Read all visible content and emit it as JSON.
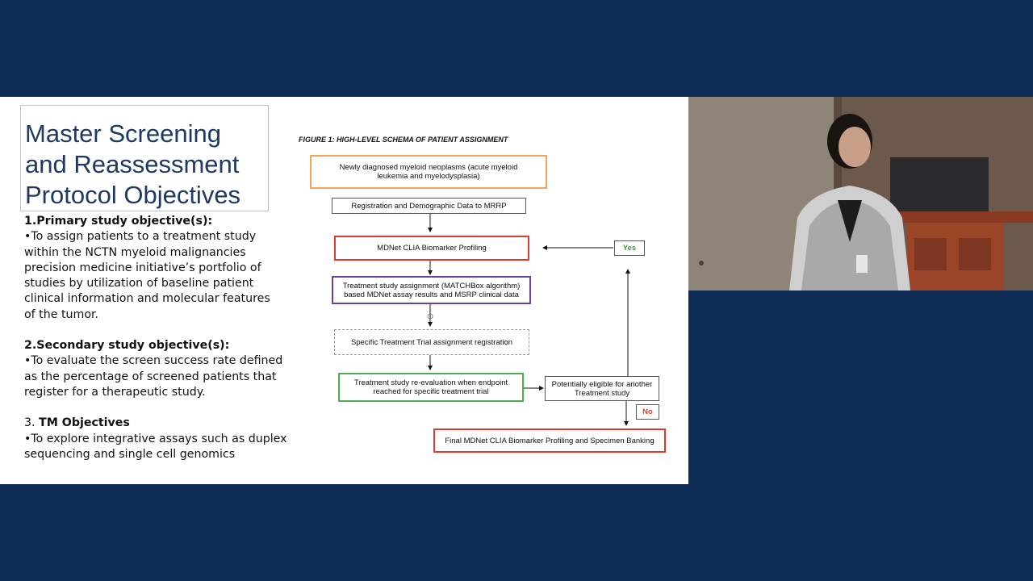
{
  "slide": {
    "title_lines": [
      "Master Screening",
      "and Reassessment",
      "Protocol  Objectives"
    ],
    "primary": {
      "heading": "1.Primary study objective(s):",
      "lines": [
        "•To assign patients to a treatment study",
        "within the NCTN myeloid malignancies",
        "precision medicine initiative’s portfolio of",
        "studies by utilization of baseline patient",
        "clinical information and molecular features",
        "of the tumor."
      ]
    },
    "secondary": {
      "heading": "2.Secondary study objective(s):",
      "lines": [
        "•To evaluate the screen success rate defined",
        "as the percentage of screened patients that",
        "register for a therapeutic study."
      ]
    },
    "tm": {
      "heading_prefix": "3. ",
      "heading_bold": "TM Objectives",
      "lines": [
        "•To explore integrative assays such as duplex",
        "sequencing and single cell genomics"
      ]
    }
  },
  "figure": {
    "title": "FIGURE 1: HIGH-LEVEL SCHEMA OF PATIENT ASSIGNMENT",
    "boxes": {
      "newly_diagnosed": "Newly diagnosed myeloid neoplasms (acute myeloid\nleukemia and myelodysplasia)",
      "registration": "Registration and Demographic Data to MRRP",
      "profiling": "MDNet CLIA Biomarker Profiling",
      "assignment": "Treatment study assignment (MATCHBox algorithm)\nbased MDNet assay results and MSRP clinical data",
      "trial_registration": "Specific Treatment Trial assignment registration",
      "reevaluation": "Treatment study re-evaluation when endpoint\nreached for specific treatment trial",
      "potentially_eligible": "Potentially eligible for another\nTreatment study",
      "yes": "Yes",
      "no": "No",
      "final": "Final MDNet CLIA Biomarker Profiling and Specimen Banking"
    }
  },
  "colors": {
    "background": "#0f2d57",
    "title": "#1f3864",
    "orange": "#f4a35a",
    "red": "#e03a2f",
    "purple": "#6f3e9b",
    "green": "#4caf50"
  }
}
